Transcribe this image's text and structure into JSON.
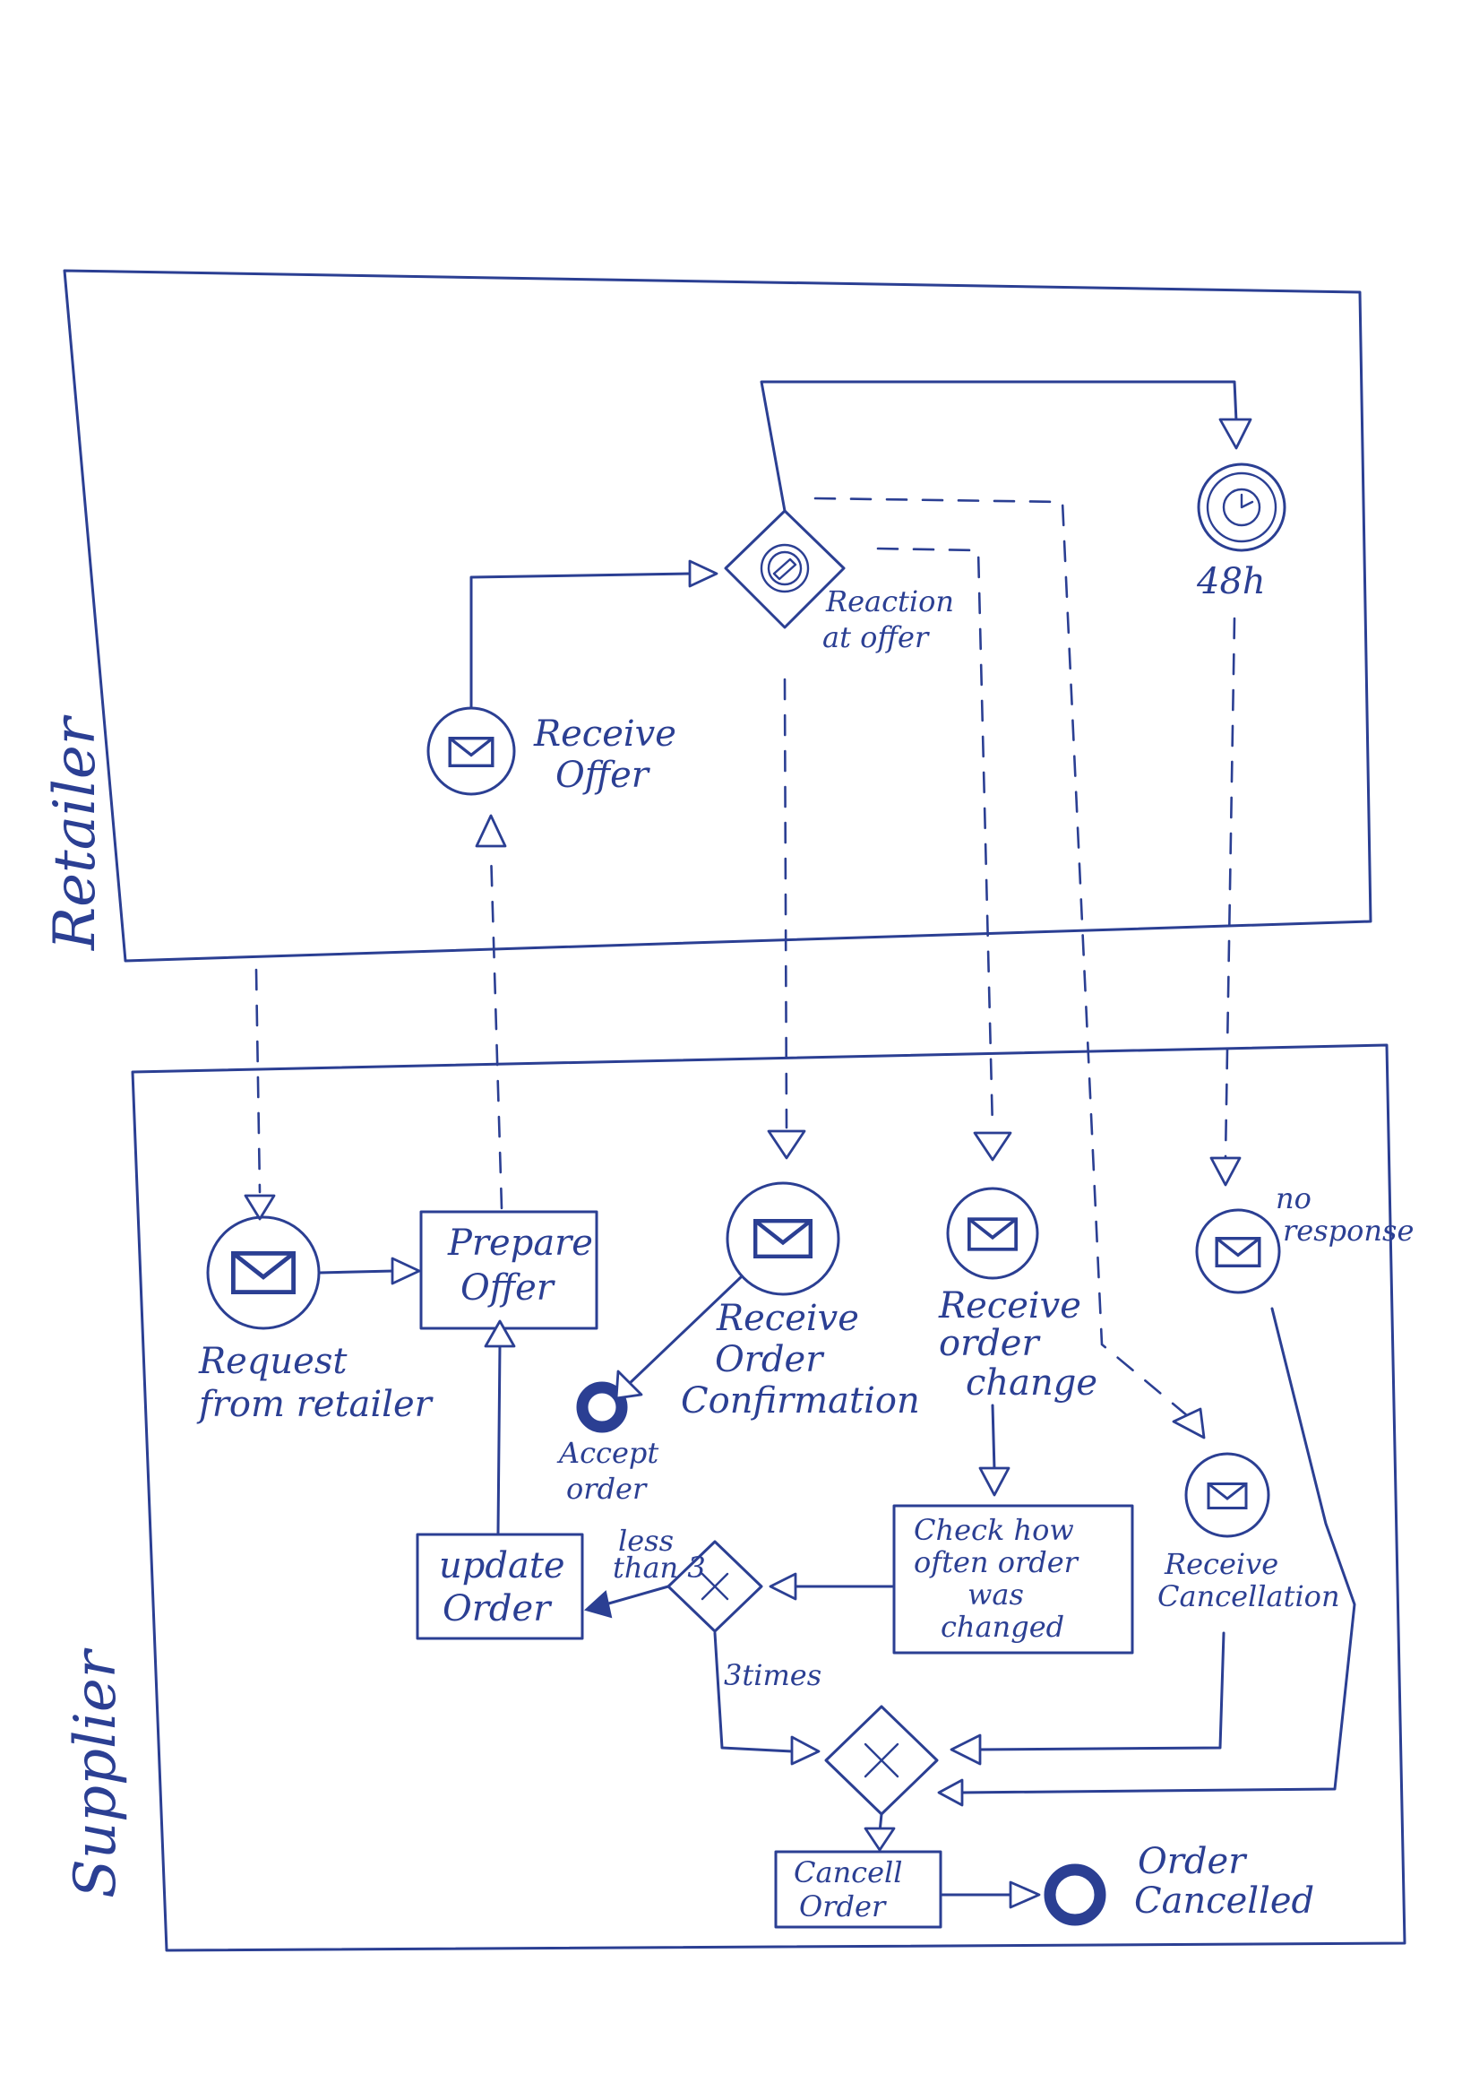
{
  "colors": {
    "ink": "#2b3f93",
    "paper": "#ffffff"
  },
  "lanes": {
    "retailer": "Retailer",
    "supplier": "Supplier"
  },
  "retailer": {
    "receive_offer": [
      "Receive",
      "Offer"
    ],
    "reaction_gateway": [
      "Reaction",
      "at offer"
    ],
    "timer": "48h"
  },
  "supplier": {
    "request": [
      "Request",
      "from retailer"
    ],
    "prepare_offer": [
      "Prepare",
      "Offer"
    ],
    "receive_confirmation": [
      "Receive",
      "Order",
      "Confirmation"
    ],
    "accept_order": [
      "Accept",
      "order"
    ],
    "receive_change": [
      "Receive",
      "order",
      "change"
    ],
    "no_response": [
      "no",
      "response"
    ],
    "receive_cancellation": [
      "Receive",
      "Cancellation"
    ],
    "check_changes": [
      "Check how",
      "often order",
      "was",
      "changed"
    ],
    "update_order": [
      "update",
      "Order"
    ],
    "less_than_3": [
      "less",
      "than 3"
    ],
    "three_times": "3times",
    "cancel_order": [
      "Cancell",
      "Order"
    ],
    "order_cancelled": [
      "Order",
      "Cancelled"
    ]
  },
  "icons": [
    "envelope-icon",
    "timer-icon",
    "exclusive-gateway-icon",
    "event-based-gateway-icon",
    "end-event-icon"
  ]
}
